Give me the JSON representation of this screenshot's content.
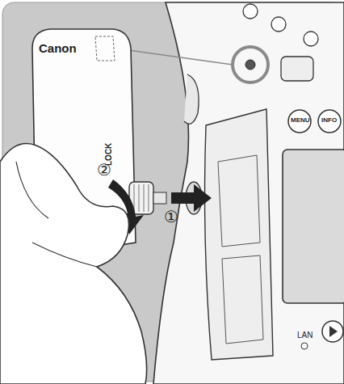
{
  "diagram": {
    "labels": [
      "Canon",
      "LOCK",
      "①",
      "②",
      "MENU",
      "INFO",
      "LAN"
    ]
  }
}
